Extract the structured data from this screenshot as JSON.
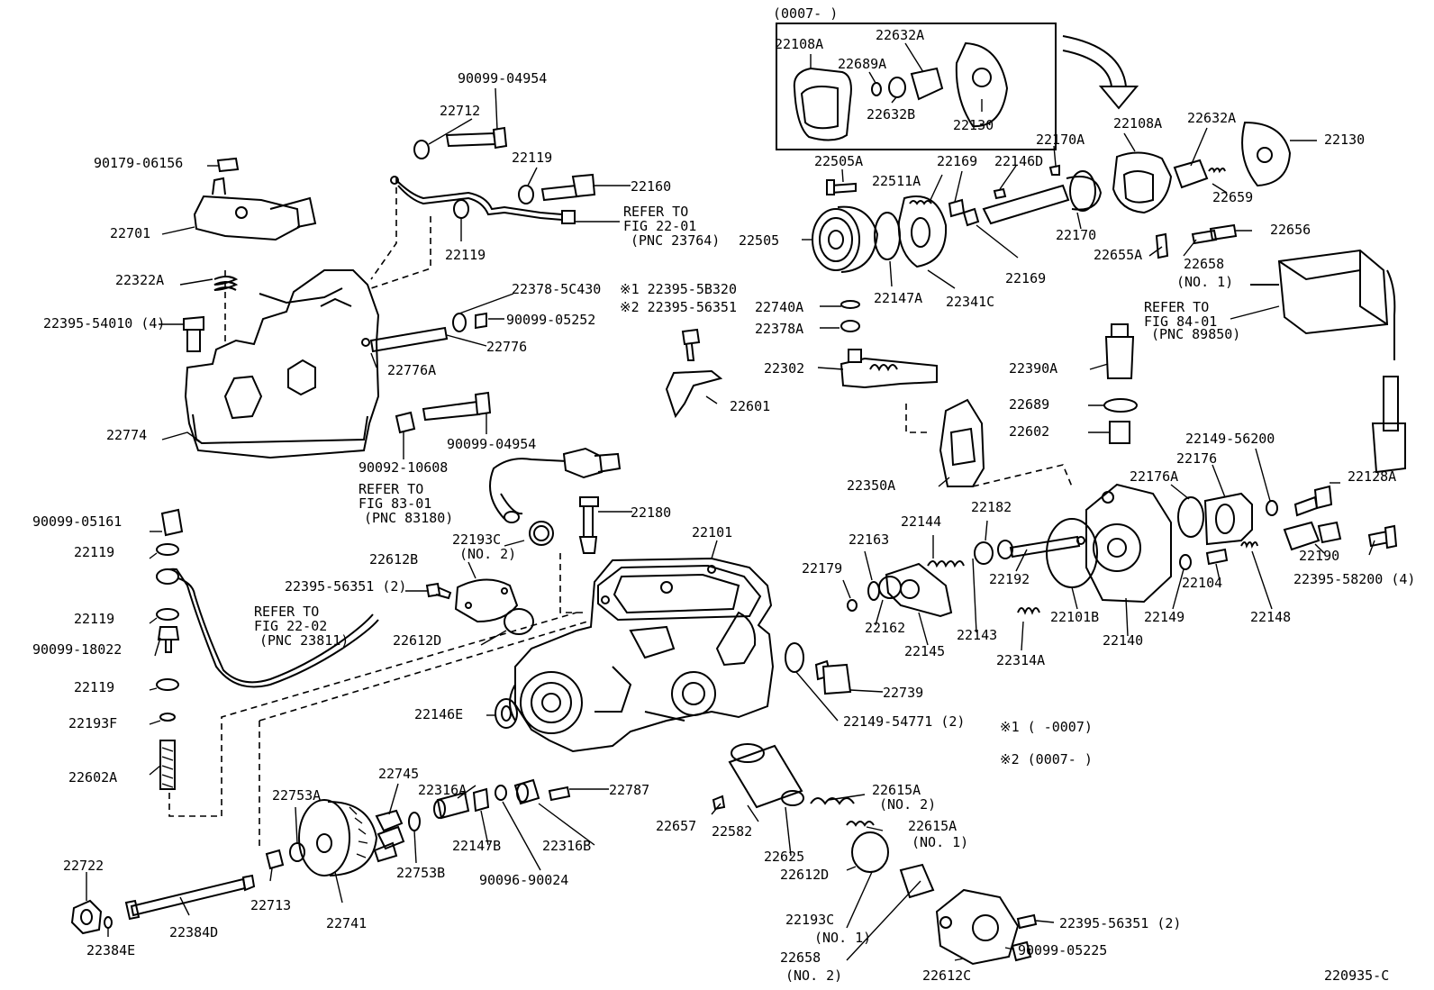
{
  "figure_id": "220935-C",
  "variant_box": {
    "label": "(0007-     )"
  },
  "legend": {
    "m1_short": "※1 22395-5B320",
    "m2_short": "※2 22395-56351",
    "m1_range": "※1 (     -0007)",
    "m2_range": "※2 (0007-     )"
  },
  "refs": {
    "fig2201": [
      "REFER TO",
      "FIG 22-01",
      "(PNC 23764)"
    ],
    "fig8401": [
      "REFER TO",
      "FIG 84-01",
      "(PNC 89850)"
    ],
    "fig8301": [
      "REFER TO",
      "FIG 83-01",
      "(PNC 83180)"
    ],
    "fig2202": [
      "REFER TO",
      "FIG 22-02",
      "(PNC 23811)"
    ]
  },
  "labels": {
    "l22108A_box": "22108A",
    "l22632A_box": "22632A",
    "l22689A": "22689A",
    "l22632B": "22632B",
    "l22130_box": "22130",
    "l90099_04954_a": "90099-04954",
    "l22712": "22712",
    "l90179_06156": "90179-06156",
    "l22119_a": "22119",
    "l22160": "22160",
    "l22701": "22701",
    "l22119_b": "22119",
    "l22322A": "22322A",
    "l22378_5C430": "22378-5C430",
    "l22395_54010": "22395-54010 (4)",
    "l90099_05252": "90099-05252",
    "l22776": "22776",
    "l22776A": "22776A",
    "l22774": "22774",
    "l90099_04954_b": "90099-04954",
    "l90092_10608": "90092-10608",
    "l22601": "22601",
    "l22108A": "22108A",
    "l22632A": "22632A",
    "l22130": "22130",
    "l22170A": "22170A",
    "l22505A": "22505A",
    "l22511A": "22511A",
    "l22169_a": "22169",
    "l22146D": "22146D",
    "l22505": "22505",
    "l22170": "22170",
    "l22659": "22659",
    "l22656": "22656",
    "l22655A": "22655A",
    "l22658_1": "22658",
    "l22658_1_no": "(NO. 1)",
    "l22169_b": "22169",
    "l22147A": "22147A",
    "l22341C": "22341C",
    "l22740A": "22740A",
    "l22378A": "22378A",
    "l22302": "22302",
    "l22390A": "22390A",
    "l22689": "22689",
    "l22602": "22602",
    "l22350A": "22350A",
    "l22149_56200": "22149-56200",
    "l22176": "22176",
    "l22176A": "22176A",
    "l22128A": "22128A",
    "l22180": "22180",
    "l22101": "22101",
    "l22193C_2": "22193C",
    "l22193C_2_no": "(NO. 2)",
    "l22612B": "22612B",
    "l90099_05161": "90099-05161",
    "l22119_c": "22119",
    "l22395_56351_2a": "22395-56351 (2)",
    "l22119_d": "22119",
    "l90099_18022": "90099-18022",
    "l22119_e": "22119",
    "l22612D_a": "22612D",
    "l22163": "22163",
    "l22144": "22144",
    "l22182": "22182",
    "l22179": "22179",
    "l22192": "22192",
    "l22190": "22190",
    "l22395_58200": "22395-58200 (4)",
    "l22104": "22104",
    "l22162": "22162",
    "l22143": "22143",
    "l22145": "22145",
    "l22101B": "22101B",
    "l22149": "22149",
    "l22148": "22148",
    "l22140": "22140",
    "l22314A": "22314A",
    "l22739": "22739",
    "l22149_54771": "22149-54771 (2)",
    "l22193F": "22193F",
    "l22146E": "22146E",
    "l22602A": "22602A",
    "l22745": "22745",
    "l22316A": "22316A",
    "l22787": "22787",
    "l22753A": "22753A",
    "l22615A_2": "22615A",
    "l22615A_2_no": "(NO. 2)",
    "l22657": "22657",
    "l22582": "22582",
    "l22615A_1": "22615A",
    "l22615A_1_no": "(NO. 1)",
    "l22147B": "22147B",
    "l22316B": "22316B",
    "l22625": "22625",
    "l22722": "22722",
    "l22753B": "22753B",
    "l90096_90024": "90096-90024",
    "l22612D_b": "22612D",
    "l22713": "22713",
    "l22741": "22741",
    "l22384D": "22384D",
    "l22193C_1": "22193C",
    "l22193C_1_no": "(NO. 1)",
    "l22395_56351_2b": "22395-56351 (2)",
    "l22384E": "22384E",
    "l22658_2": "22658",
    "l22658_2_no": "(NO. 2)",
    "l22612C": "22612C",
    "l90099_05225": "90099-05225"
  }
}
